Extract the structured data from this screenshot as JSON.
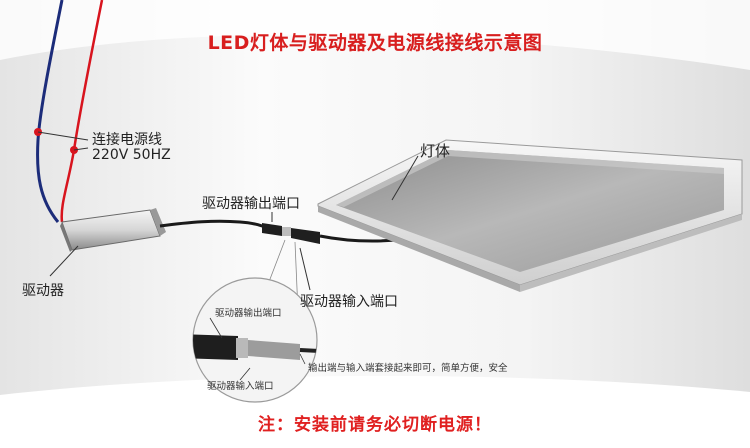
{
  "title": "LED灯体与驱动器及电源线接线示意图",
  "labels": {
    "power_line": "连接电源线",
    "power_spec": "220V 50HZ",
    "lamp_body": "灯体",
    "driver_output_port": "驱动器输出端口",
    "driver": "驱动器",
    "driver_input_port": "驱动器输入端口"
  },
  "detail": {
    "output_port": "驱动器输出端口",
    "input_port": "驱动器输入端口",
    "caption": "输出端与输入端套接起来即可，简单方便，安全"
  },
  "notice": "注：安装前请务必切断电源！",
  "colors": {
    "title": "#d81e1e",
    "wire_red": "#d8141e",
    "wire_blue": "#1c2c7a",
    "notice": "#e02020"
  }
}
